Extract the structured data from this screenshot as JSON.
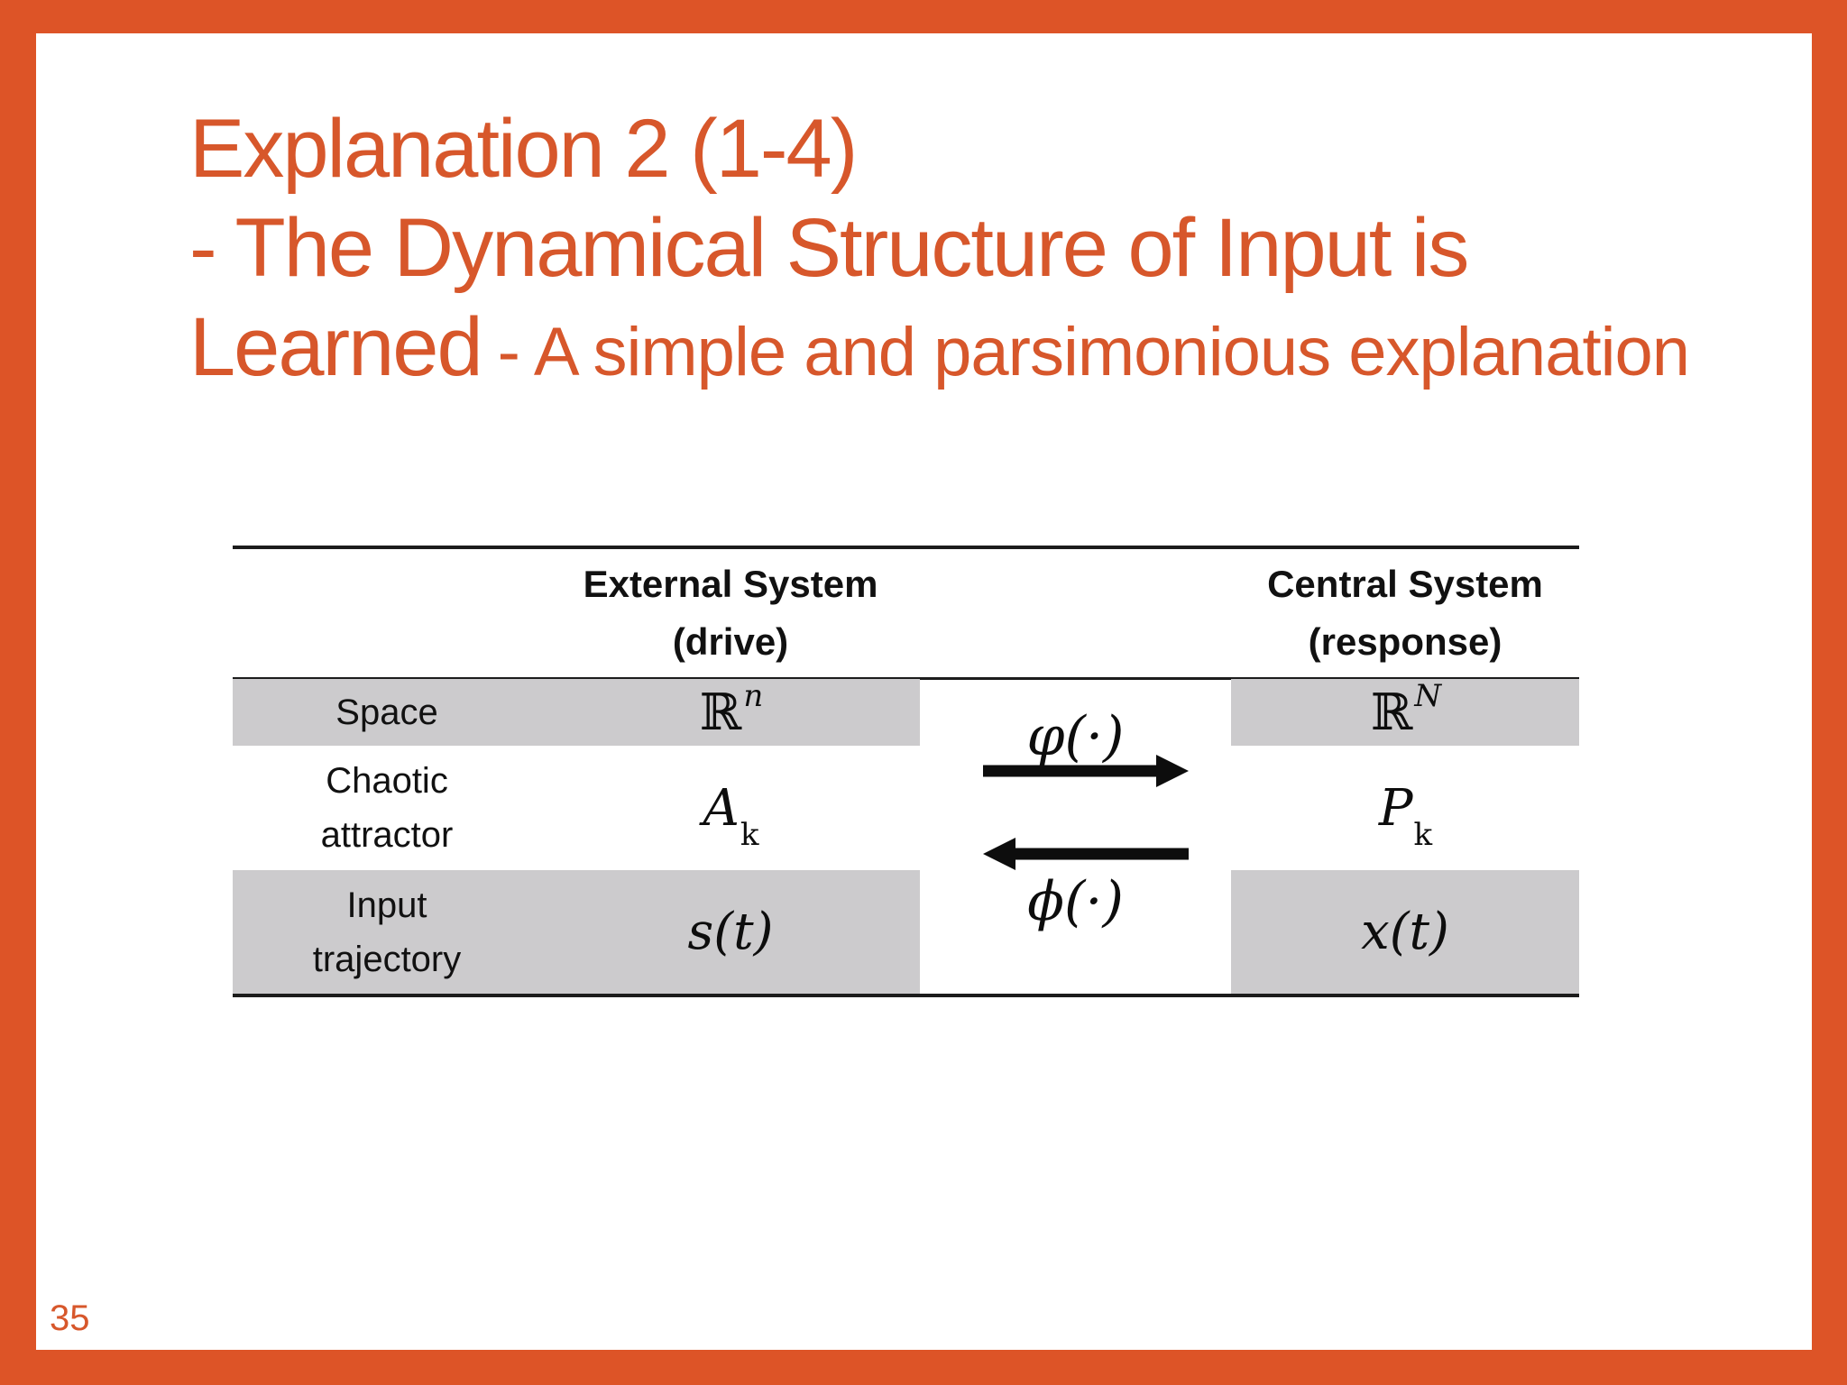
{
  "slide": {
    "page_number": "35",
    "title": {
      "line1": "Explanation 2 (1-4)",
      "line2": "- The Dynamical Structure of Input is",
      "line3_main": "Learned",
      "line3_sub": "- A simple and parsimonious explanation"
    },
    "table": {
      "headers": {
        "external": {
          "title": "External System",
          "subtitle": "(drive)"
        },
        "central": {
          "title": "Central System",
          "subtitle": "(response)"
        }
      },
      "rows": [
        {
          "label1": "Space",
          "external_base": "ℝ",
          "external_sup": "n",
          "central_base": "ℝ",
          "central_sup": "N"
        },
        {
          "label1": "Chaotic",
          "label2": "attractor",
          "external_base": "A",
          "external_sub": "k",
          "central_base": "P",
          "central_sub": "k"
        },
        {
          "label1": "Input",
          "label2": "trajectory",
          "external_expr": "s(t)",
          "central_expr": "x(t)"
        }
      ],
      "mappings": {
        "forward_label": "φ(·)",
        "backward_label": "ϕ(·)"
      }
    },
    "colors": {
      "accent_orange": "#DD5427",
      "title_orange": "#D7572B",
      "row_gray": "#CCCBCD",
      "line_black": "#1C1C1C"
    }
  }
}
